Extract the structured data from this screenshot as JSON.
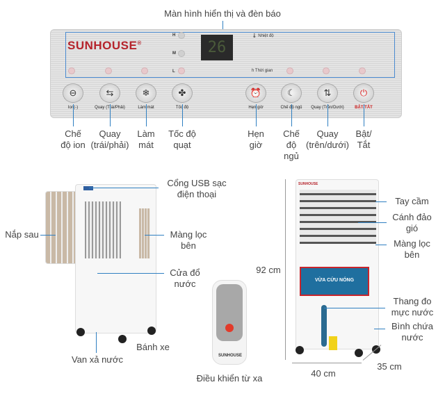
{
  "top_title": "Màn hình hiển thị và đèn báo",
  "panel": {
    "brand": "SUNHOUSE",
    "reg": "®",
    "display": "26",
    "speed_h": "H",
    "speed_m": "M",
    "speed_l": "L",
    "temp_label": "Nhiệt độ",
    "time_label": "Thời gian",
    "buttons": [
      {
        "icon": "ion-icon",
        "glyph": "⊖",
        "label": "Ion(-)",
        "caption": "Chế độ ion"
      },
      {
        "icon": "swing-horizontal-icon",
        "glyph": "⇆",
        "label": "Quay (Trái/Phải)",
        "caption": "Quay (trái/phải)"
      },
      {
        "icon": "snowflake-icon",
        "glyph": "❄",
        "label": "Làm mát",
        "caption": "Làm mát"
      },
      {
        "icon": "fan-icon",
        "glyph": "✤",
        "label": "Tốc độ",
        "caption": "Tốc độ quạt"
      },
      {
        "icon": "alarm-clock-icon",
        "glyph": "⏰",
        "label": "Hẹn giờ",
        "caption": "Hẹn giờ"
      },
      {
        "icon": "moon-icon",
        "glyph": "☾",
        "label": "Chế độ ngủ",
        "caption": "Chế độ ngủ"
      },
      {
        "icon": "swing-vertical-icon",
        "glyph": "⇅",
        "label": "Quay (Trên/Dưới)",
        "caption": "Quay (trên/dưới)"
      },
      {
        "icon": "power-icon",
        "glyph": "⏻",
        "label": "BẬT/TẮT",
        "caption": "Bật/ Tắt"
      }
    ]
  },
  "left_product": {
    "usb": "Cổng USB sạc điện thoại",
    "back_cover": "Nắp sau",
    "side_filter": "Màng lọc bên",
    "drain_door": "Cửa đổ nước",
    "wheels": "Bánh xe",
    "drain_valve": "Van xả nước"
  },
  "remote": {
    "caption": "Điều khiển từ xa",
    "brand": "SUNHOUSE"
  },
  "right_product": {
    "brand": "SUNHOUSE",
    "handle": "Tay cầm",
    "louver": "Cánh đảo gió",
    "side_filter": "Màng lọc bên",
    "water_gauge": "Thang đo mực nước",
    "tank": "Bình chứa nước",
    "height": "92 cm",
    "width": "40 cm",
    "depth": "35 cm",
    "banner": "VỪA CỨU NÓNG"
  }
}
